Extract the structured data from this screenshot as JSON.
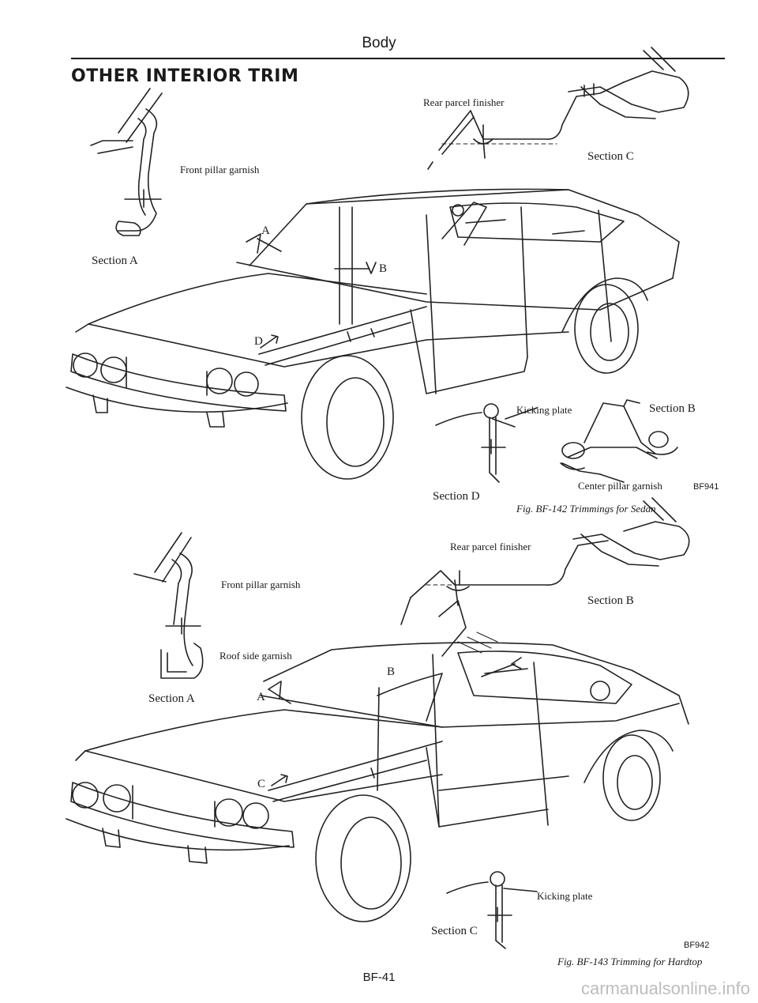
{
  "header": {
    "title": "Body",
    "section_title": "OTHER INTERIOR TRIM"
  },
  "fig142": {
    "labels": {
      "rear_parcel_finisher": "Rear parcel finisher",
      "section_c": "Section C",
      "front_pillar_garnish": "Front pillar garnish",
      "section_a": "Section A",
      "marker_a": "A",
      "marker_b": "B",
      "marker_d": "D",
      "kicking_plate": "Kicking plate",
      "section_b": "Section B",
      "center_pillar_garnish": "Center pillar garnish",
      "section_d": "Section D"
    },
    "code": "BF941",
    "caption": "Fig. BF-142  Trimmings for Sedan"
  },
  "fig143": {
    "labels": {
      "front_pillar_garnish": "Front pillar garnish",
      "roof_side_garnish": "Roof side garnish",
      "section_a": "Section A",
      "rear_parcel_finisher": "Rear parcel finisher",
      "section_b": "Section B",
      "marker_a": "A",
      "marker_b": "B",
      "marker_c": "C",
      "kicking_plate": "Kicking plate",
      "section_c": "Section C"
    },
    "code": "BF942",
    "caption": "Fig. BF-143  Trimming for Hardtop"
  },
  "footer": {
    "page_number": "BF-41",
    "watermark": "carmanualsonline.info"
  }
}
